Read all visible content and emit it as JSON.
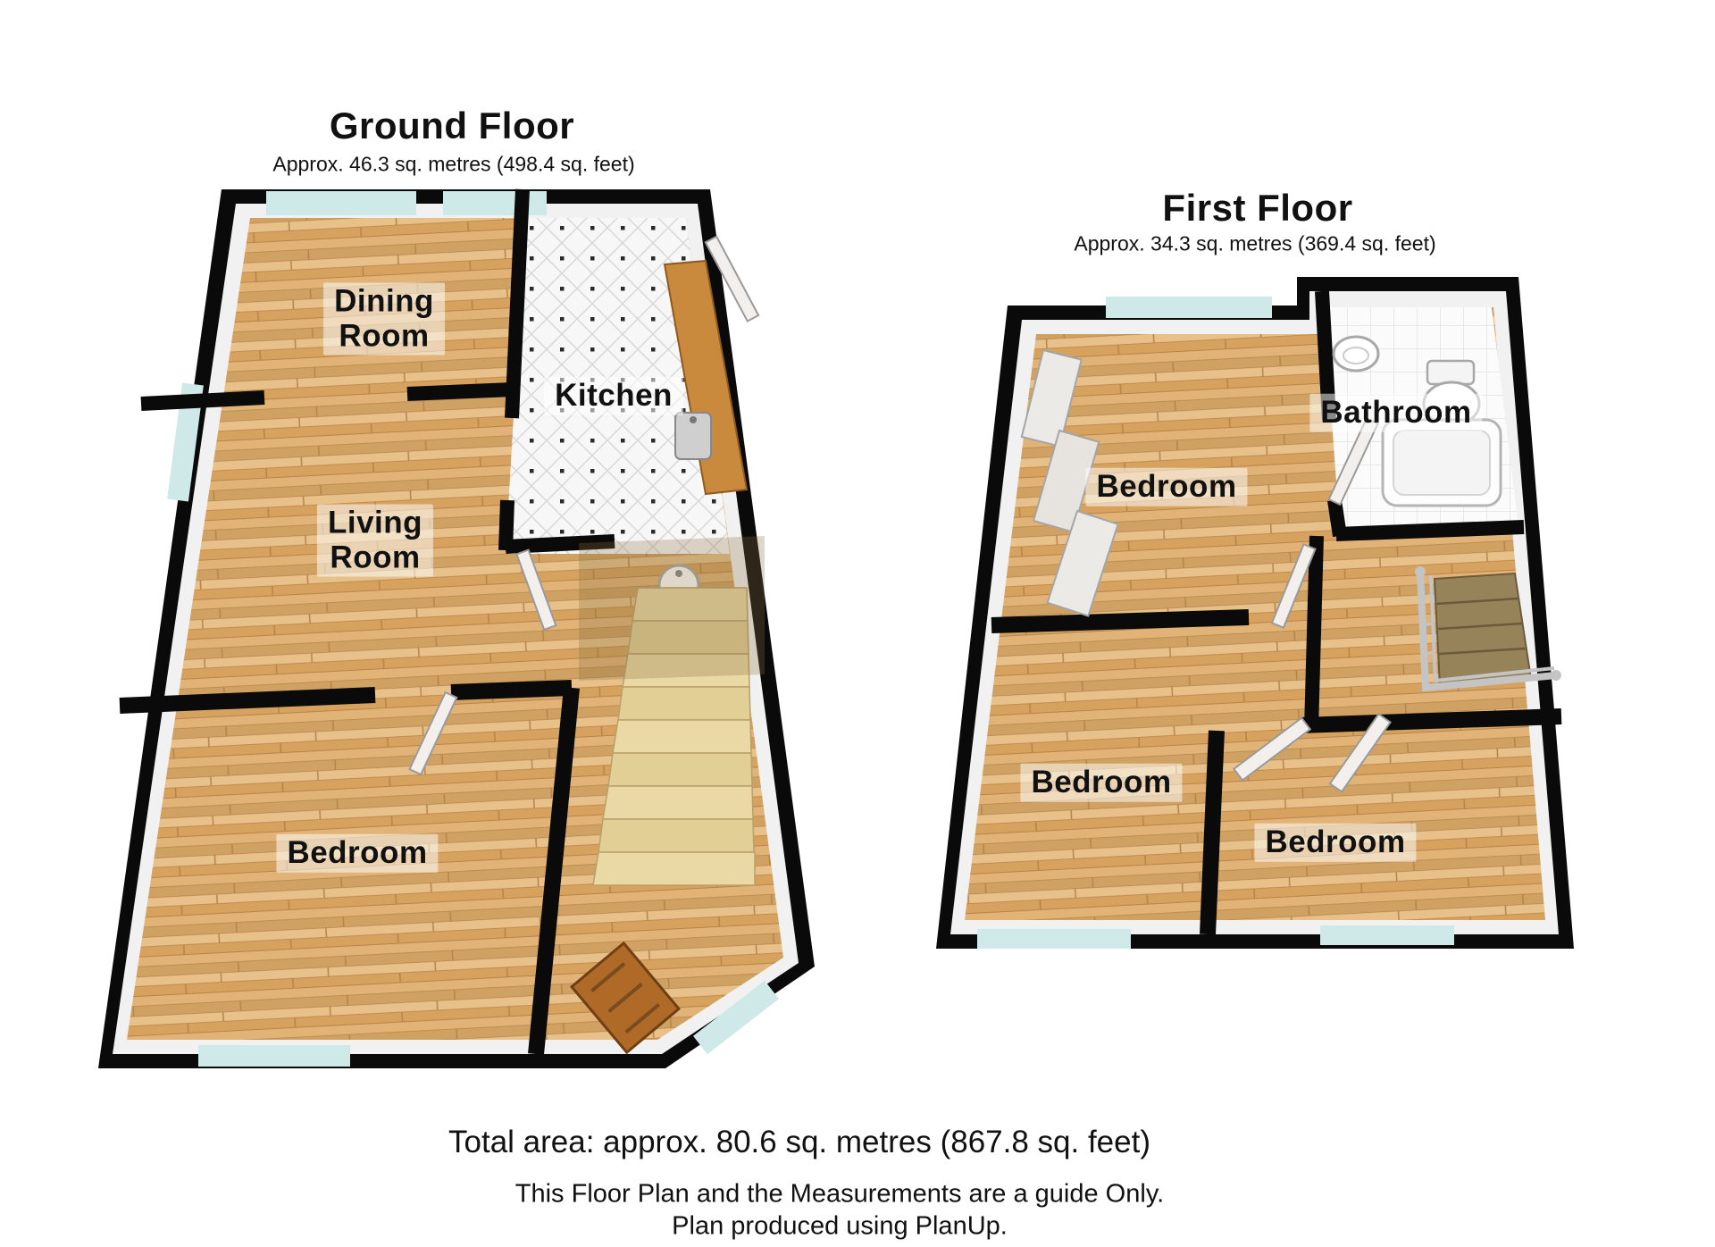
{
  "ground_floor": {
    "title": "Ground Floor",
    "subtitle": "Approx. 46.3 sq. metres (498.4 sq. feet)",
    "rooms": [
      {
        "label": "Dining\nRoom"
      },
      {
        "label": "Kitchen"
      },
      {
        "label": "Living\nRoom"
      },
      {
        "label": "Bedroom"
      }
    ]
  },
  "first_floor": {
    "title": "First Floor",
    "subtitle": "Approx. 34.3 sq. metres (369.4 sq. feet)",
    "rooms": [
      {
        "label": "Bedroom"
      },
      {
        "label": "Bathroom"
      },
      {
        "label": "Bedroom"
      },
      {
        "label": "Bedroom"
      }
    ]
  },
  "footer": {
    "total_area": "Total area: approx. 80.6 sq. metres (867.8 sq. feet)",
    "disclaimer": "This Floor Plan and the Measurements are a guide Only.",
    "credit": "Plan produced using PlanUp."
  },
  "colors": {
    "wall": "#0a0a0a",
    "wood_floor": "#dcae6b",
    "window_glass": "#cfe9e9",
    "stairs": "#ead9a4",
    "label_background": "rgba(255,255,255,0.52)"
  }
}
